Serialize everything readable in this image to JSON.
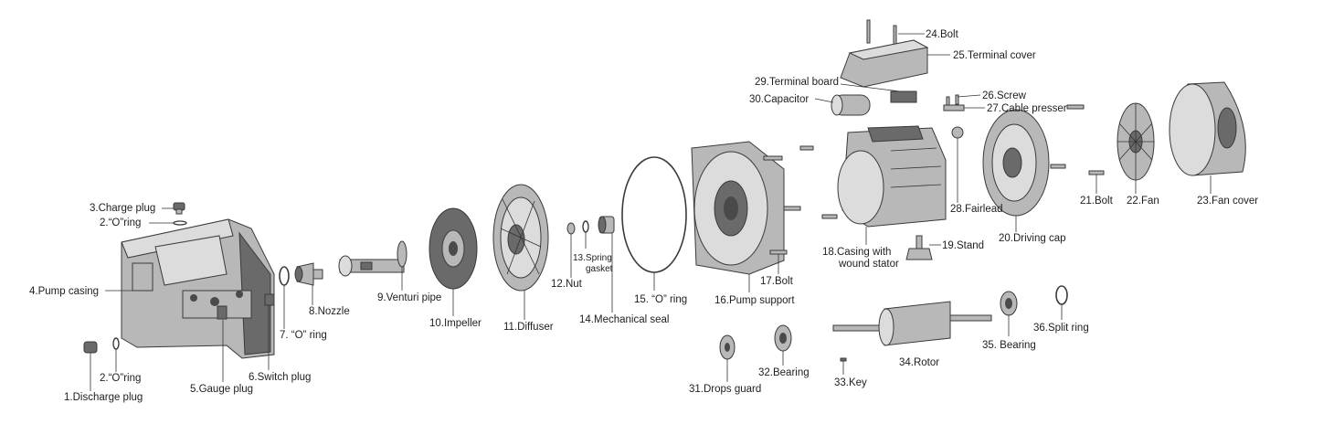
{
  "labels": {
    "l1": "1.Discharge plug",
    "l2a": "2.“O”ring",
    "l2b": "2.“O”ring",
    "l3": "3.Charge plug",
    "l4": "4.Pump casing",
    "l5": "5.Gauge plug",
    "l6": "6.Switch plug",
    "l7": "7. “O” ring",
    "l8": "8.Nozzle",
    "l9": "9.Venturi pipe",
    "l10": "10.Impeller",
    "l11": "11.Diffuser",
    "l12": "12.Nut",
    "l13a": "13.Spring",
    "l13b": "gasket",
    "l14": "14.Mechanical seal",
    "l15": "15. “O” ring",
    "l16": "16.Pump support",
    "l17": "17.Bolt",
    "l18a": "18.Casing with",
    "l18b": "wound stator",
    "l19": "19.Stand",
    "l20": "20.Driving cap",
    "l21": "21.Bolt",
    "l22": "22.Fan",
    "l23": "23.Fan cover",
    "l24": "24.Bolt",
    "l25": "25.Terminal cover",
    "l26": "26.Screw",
    "l27": "27.Cable presser",
    "l28": "28.Fairlead",
    "l29": "29.Terminal board",
    "l30": "30.Capacitor",
    "l31": "31.Drops guard",
    "l32": "32.Bearing",
    "l33": "33.Key",
    "l34": "34.Rotor",
    "l35": "35. Bearing",
    "l36": "36.Split ring"
  }
}
